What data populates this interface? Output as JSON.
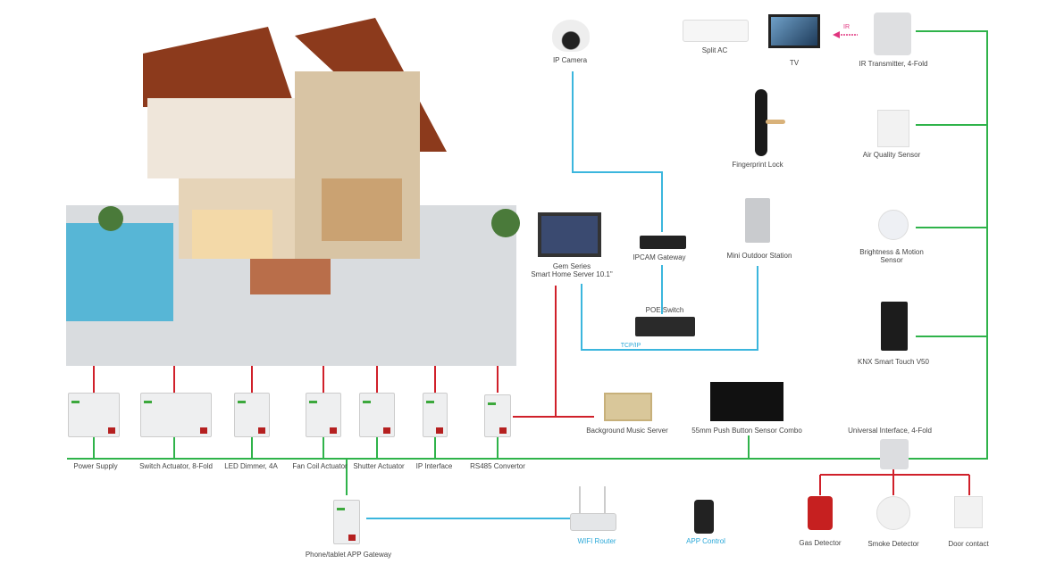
{
  "colors": {
    "bus": "#2fb34a",
    "power": "#d0202a",
    "ip": "#3bb6dd",
    "ir": "#e0337e"
  },
  "rail_devices": [
    "Power Supply",
    "Switch Actuator, 8-Fold",
    "LED Dimmer, 4A",
    "Fan Coil Actuator",
    "Shutter Actuator",
    "IP Interface",
    "RS485 Convertor"
  ],
  "gateway": "Phone/tablet APP Gateway",
  "router": "WIFI Router",
  "app": "APP Control",
  "camera": "IP Camera",
  "split_ac": "Split AC",
  "tv": "TV",
  "ir_label": "IR",
  "ir_tx": "IR Transmitter, 4-Fold",
  "lock": "Fingerprint  Lock",
  "air": "Air Quality Sensor",
  "brightness": [
    "Brightness & Motion",
    "Sensor"
  ],
  "knx": "KNX Smart Touch V50",
  "gem": [
    "Gem Series",
    "Smart Home Server 10.1\""
  ],
  "ipcam_gw": "IPCAM Gateway",
  "outdoor": "Mini Outdoor Station",
  "poe": "POE Switch",
  "tcpip": "TCP/IP",
  "music": "Background Music Server",
  "push": "55mm Push Button Sensor Combo",
  "universal": "Universal Interface, 4-Fold",
  "detectors": [
    "Gas Detector",
    "Smoke Detector",
    "Door contact"
  ]
}
